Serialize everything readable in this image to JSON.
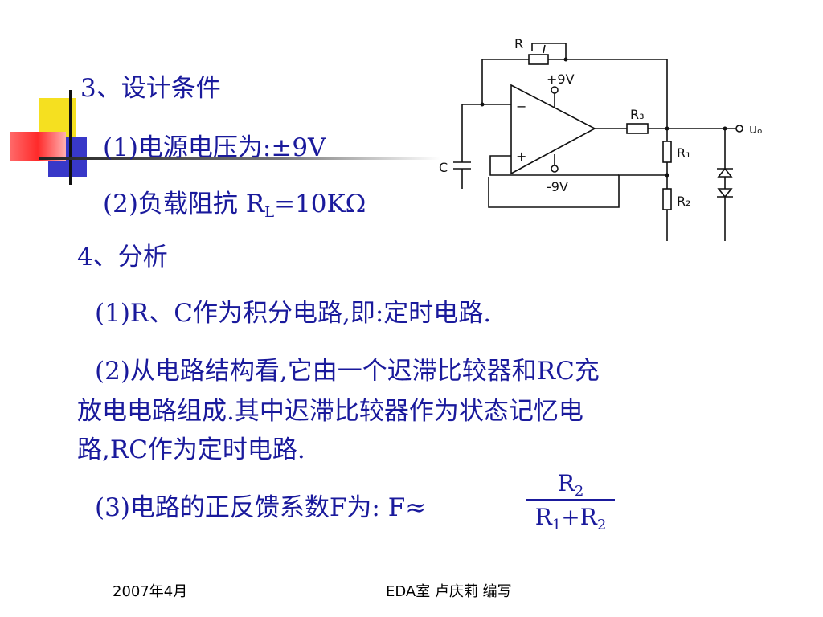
{
  "heading_design": "3、设计条件",
  "cond1": "(1)电源电压为:±9V",
  "cond2_pre": "(2)负载阻抗 R",
  "cond2_sub": "L",
  "cond2_post": "=10KΩ",
  "heading_analysis": "4、分析",
  "analysis1": "(1)R、C作为积分电路,即:定时电路.",
  "analysis2_l1": "(2)从电路结构看,它由一个迟滞比较器和RC充",
  "analysis2_l2": "放电电路组成.其中迟滞比较器作为状态记忆电",
  "analysis2_l3": "路,RC作为定时电路.",
  "analysis3": "(3)电路的正反馈系数F为: F≈",
  "formula": {
    "num_R": "R",
    "num_sub": "2",
    "den_R1": "R",
    "den_sub1": "1",
    "den_plus": "+",
    "den_R2": "R",
    "den_sub2": "2"
  },
  "circuit": {
    "label_R": "R",
    "label_plus9": "+9V",
    "label_minus9": "-9V",
    "label_R3": "R₃",
    "label_R1": "R₁",
    "label_R2": "R₂",
    "label_C": "C",
    "label_uo": "uₒ",
    "label_minus": "−",
    "label_plus": "+"
  },
  "footer": {
    "date": "2007年4月",
    "author": "EDA室  卢庆莉  编写"
  }
}
